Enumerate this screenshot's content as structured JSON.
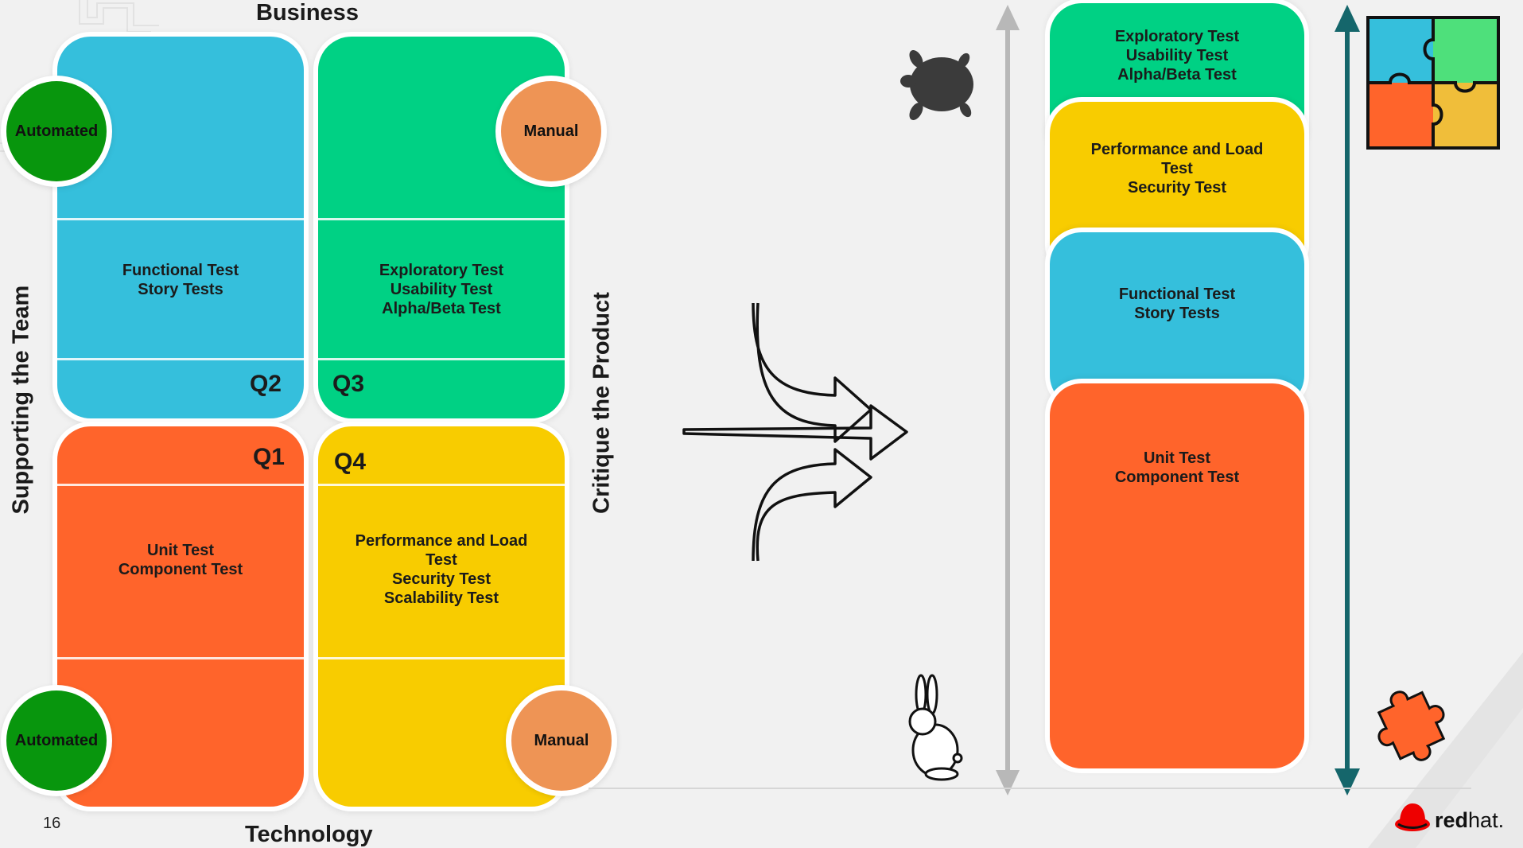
{
  "axes": {
    "top": "Business",
    "bottom": "Technology",
    "left": "Supporting the Team",
    "right": "Critique the Product"
  },
  "quadrants": {
    "q1": {
      "label": "Q1",
      "tests": [
        "Unit Test",
        "Component Test"
      ],
      "color": "#ff642b"
    },
    "q2": {
      "label": "Q2",
      "tests": [
        "Functional Test",
        "Story Tests"
      ],
      "color": "#35bfdc"
    },
    "q3": {
      "label": "Q3",
      "tests": [
        "Exploratory Test",
        "Usability Test",
        "Alpha/Beta Test"
      ],
      "color": "#00d184"
    },
    "q4": {
      "label": "Q4",
      "tests": [
        "Performance and Load",
        "Test",
        "Security Test",
        "Scalability Test"
      ],
      "color": "#f8cc00"
    }
  },
  "badges": {
    "top_left": "Automated",
    "top_right": "Manual",
    "bottom_left": "Automated",
    "bottom_right": "Manual"
  },
  "badge_colors": {
    "automated": "#08960d",
    "manual": "#ee9455"
  },
  "stack": {
    "layer1": {
      "lines": [
        "Exploratory Test",
        "Usability Test",
        "Alpha/Beta Test"
      ],
      "color": "#00d184"
    },
    "layer2": {
      "lines": [
        "Performance and Load",
        "Test",
        "Security Test"
      ],
      "color": "#f8cc00"
    },
    "layer3": {
      "lines": [
        "Functional Test",
        "Story Tests"
      ],
      "color": "#35bfdc"
    },
    "layer4": {
      "lines": [
        "Unit Test",
        "Component Test"
      ],
      "color": "#ff642b"
    }
  },
  "icons": [
    "merge-arrows-icon",
    "turtle-icon",
    "rabbit-icon",
    "vertical-gray-arrow-icon",
    "vertical-teal-arrow-icon",
    "puzzle-complete-icon",
    "puzzle-piece-icon",
    "redhat-logo-icon"
  ],
  "footer": {
    "page_number": "16",
    "brand_bold": "red",
    "brand_light": "hat."
  },
  "accent_colors": {
    "teal_arrow": "#15666b",
    "gray_arrow": "#b8b8b8",
    "redhat_red": "#e00"
  }
}
